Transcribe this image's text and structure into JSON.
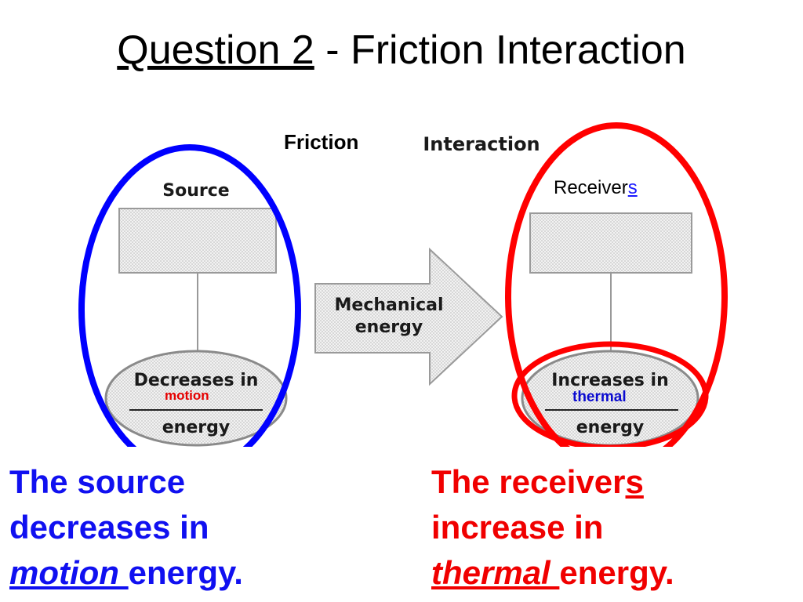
{
  "slide": {
    "title_prefix": "Question 2",
    "title_rest": " - Friction Interaction"
  },
  "diagram": {
    "friction_label": "Friction",
    "interaction_label": "Interaction",
    "source_label": "Source",
    "receivers_label_main": "Receiver",
    "receivers_label_s": "s",
    "arrow_line1": "Mechanical",
    "arrow_line2": "energy",
    "source_oval_top": "Decreases in",
    "source_oval_word": "motion",
    "source_oval_bottom": "energy",
    "receiver_oval_top": "Increases in",
    "receiver_oval_word": "thermal",
    "receiver_oval_bottom": "energy",
    "source_circle_color": "#0000ff",
    "receiver_circle_color": "#ff0000"
  },
  "captions": {
    "left_line1": "The source",
    "left_line2": "decreases in",
    "left_em": "motion ",
    "left_end": "energy.",
    "right_line1_pre": "The receiver",
    "right_line1_s": "s",
    "right_line2": "increase in",
    "right_em": "thermal ",
    "right_end": "energy."
  }
}
